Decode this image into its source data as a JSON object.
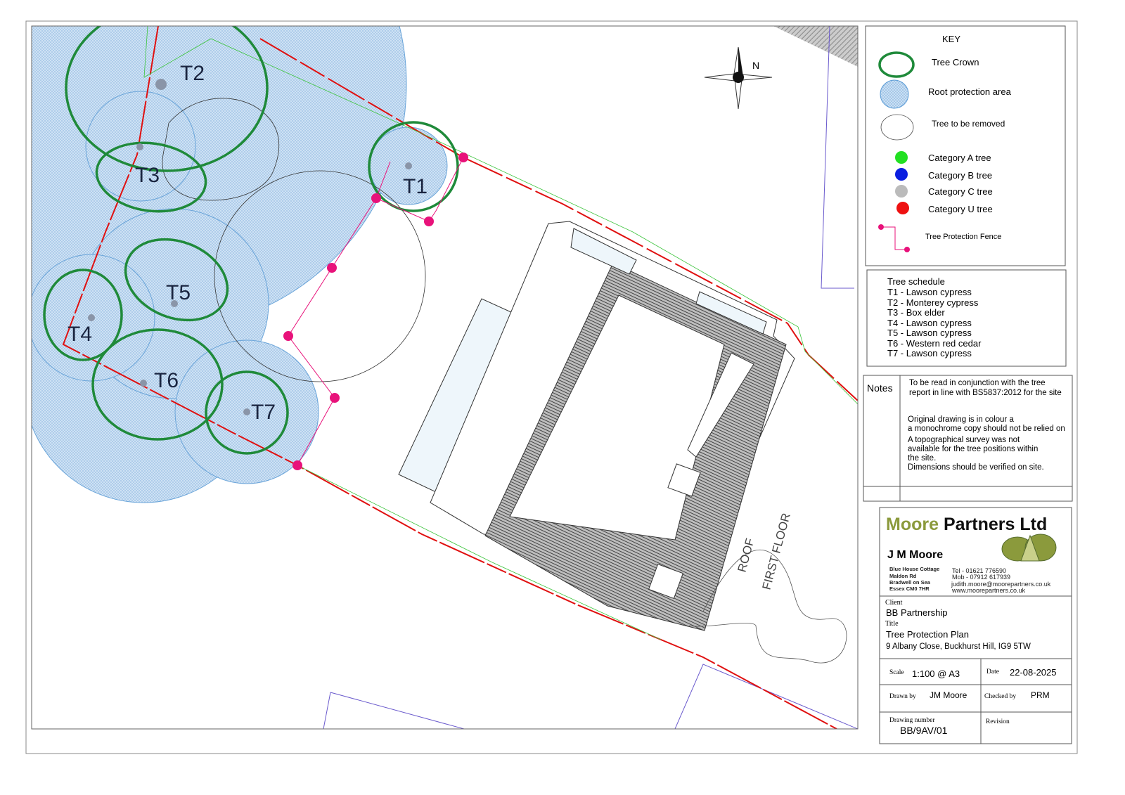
{
  "plan": {
    "trees": [
      {
        "id": "T1",
        "label": "T1"
      },
      {
        "id": "T2",
        "label": "T2"
      },
      {
        "id": "T3",
        "label": "T3"
      },
      {
        "id": "T4",
        "label": "T4"
      },
      {
        "id": "T5",
        "label": "T5"
      },
      {
        "id": "T6",
        "label": "T6"
      },
      {
        "id": "T7",
        "label": "T7"
      }
    ],
    "north_label": "N",
    "roof_label": "ROOF",
    "first_floor_label": "FIRST FLOOR"
  },
  "key": {
    "title": "KEY",
    "items": [
      {
        "label": "Tree Crown",
        "icon": "green-ring"
      },
      {
        "label": "Root protection area",
        "icon": "blue-hatched-circle"
      },
      {
        "label": "Tree to be removed",
        "icon": "thin-ring"
      },
      {
        "label": "Category A  tree",
        "color": "#22e022"
      },
      {
        "label": "Category B tree",
        "color": "#0a1ee0"
      },
      {
        "label": "Category C tree",
        "color": "#bbbbbb"
      },
      {
        "label": "Category U tree",
        "color": "#ee1111"
      },
      {
        "label": "Tree Protection Fence",
        "color": "#e8127a"
      }
    ]
  },
  "schedule": {
    "title": "Tree schedule",
    "items": [
      "T1 - Lawson cypress",
      "T2 - Monterey cypress",
      "T3 - Box elder",
      "T4 - Lawson cypress",
      "T5 - Lawson cypress",
      "T6 - Western red cedar",
      "T7 - Lawson cypress"
    ]
  },
  "notes": {
    "heading": "Notes",
    "lines": [
      "To be read in conjunction with the tree",
      "report in line with BS5837:2012 for the site",
      "Original drawing is in colour a",
      "a monochrome copy should not be relied on",
      "A topographical survey was not",
      "available for the tree positions within",
      "the site.",
      "Dimensions should be verified on site."
    ]
  },
  "title_block": {
    "company_a": "Moore",
    "company_b": "Partners",
    "company_c": "Ltd",
    "person": "J M Moore",
    "address": [
      "Blue House Cottage",
      "Maldon Rd",
      "Bradwell on Sea",
      "Essex  CM0 7HR"
    ],
    "contact": [
      "Tel - 01621 776590",
      "Mob - 07912 617939",
      "judith.moore@moorepartners.co.uk",
      "www.moorepartners.co.uk"
    ],
    "client_label": "Client",
    "client": "BB Partnership",
    "title_label": "Title",
    "title": "Tree Protection Plan",
    "address_line": "9 Albany Close, Buckhurst Hill, IG9 5TW",
    "scale_label": "Scale",
    "scale": "1:100 @ A3",
    "date_label": "Date",
    "date": "22-08-2025",
    "drawn_label": "Drawn by",
    "drawn": "JM Moore",
    "checked_label": "Checked by",
    "checked": "PRM",
    "drawing_number_label": "Drawing number",
    "drawing_number": "BB/9AV/01",
    "revision_label": "Revision"
  }
}
